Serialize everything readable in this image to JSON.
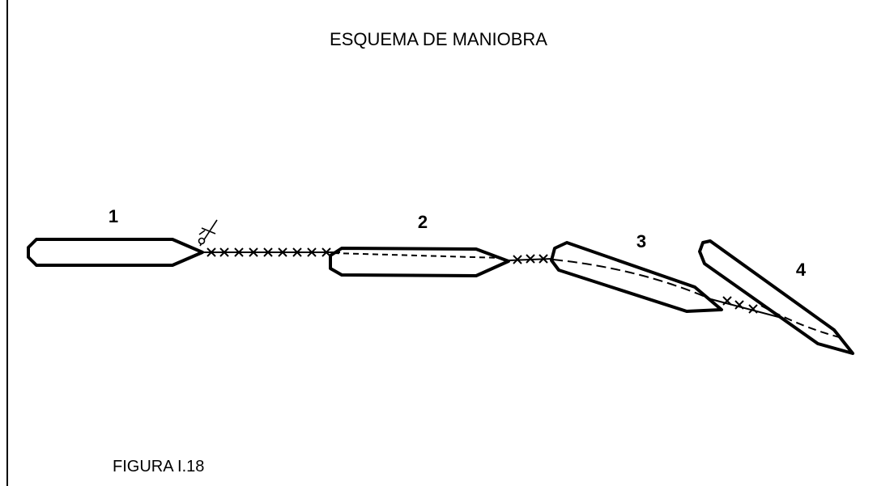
{
  "title": "ESQUEMA DE MANIOBRA",
  "caption": "FIGURA I.18",
  "ships": [
    {
      "label": "1"
    },
    {
      "label": "2"
    },
    {
      "label": "3"
    },
    {
      "label": "4"
    }
  ]
}
